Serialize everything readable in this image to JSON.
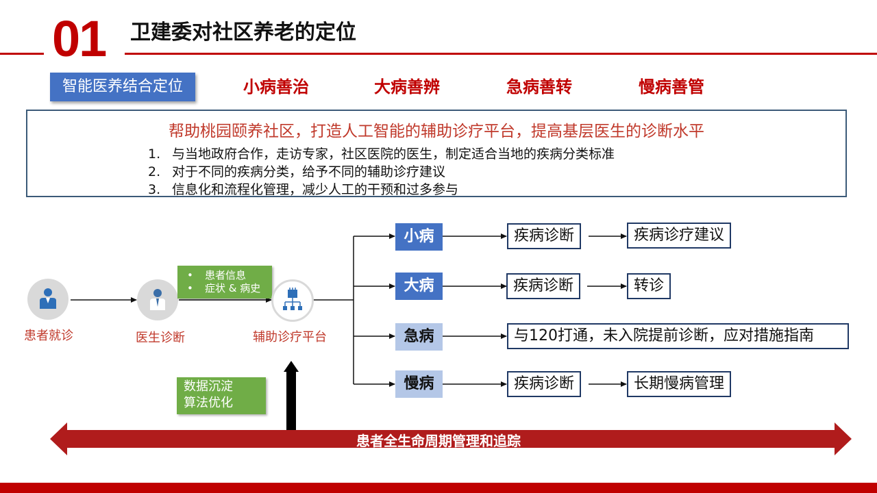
{
  "header": {
    "number": "01",
    "title": "卫建委对社区养老的定位"
  },
  "position_label": "智能医养结合定位",
  "categories": [
    "小病善治",
    "大病善辨",
    "急病善转",
    "慢病善管"
  ],
  "goal": {
    "title": "帮助桃园颐养社区，打造人工智能的辅助诊疗平台，提高基层医生的诊断水平",
    "items": [
      {
        "num": "1.",
        "text": "与当地政府合作，走访专家，社区医院的医生，制定适合当地的疾病分类标准"
      },
      {
        "num": "2.",
        "text": "对于不同的疾病分类，给予不同的辅助诊疗建议"
      },
      {
        "num": "3.",
        "text": "信息化和流程化管理，减少人工的干预和过多参与"
      }
    ]
  },
  "flow": {
    "patient_label": "患者就诊",
    "doctor_label": "医生诊断",
    "platform_label": "辅助诊疗平台",
    "info_box": {
      "bullet": "•",
      "items": [
        "患者信息",
        "症状 & 病史"
      ]
    },
    "data_box": {
      "lines": [
        "数据沉淀",
        "算法优化"
      ]
    },
    "branches": [
      {
        "type": "小病",
        "step1": "疾病诊断",
        "step2": "疾病诊疗建议"
      },
      {
        "type": "大病",
        "step1": "疾病诊断",
        "step2": "转诊"
      },
      {
        "type": "急病",
        "step1": "与120打通，未入院提前诊断，应对措施指南"
      },
      {
        "type": "慢病",
        "step1": "疾病诊断",
        "step2": "长期慢病管理"
      }
    ]
  },
  "bottom_banner": "患者全生命周期管理和追踪",
  "colors": {
    "brand_red": "#c00000",
    "banner_red": "#b01c1c",
    "blue": "#4472c4",
    "light_blue": "#b4c7e7",
    "green": "#70ad47",
    "navy": "#1f3864"
  }
}
